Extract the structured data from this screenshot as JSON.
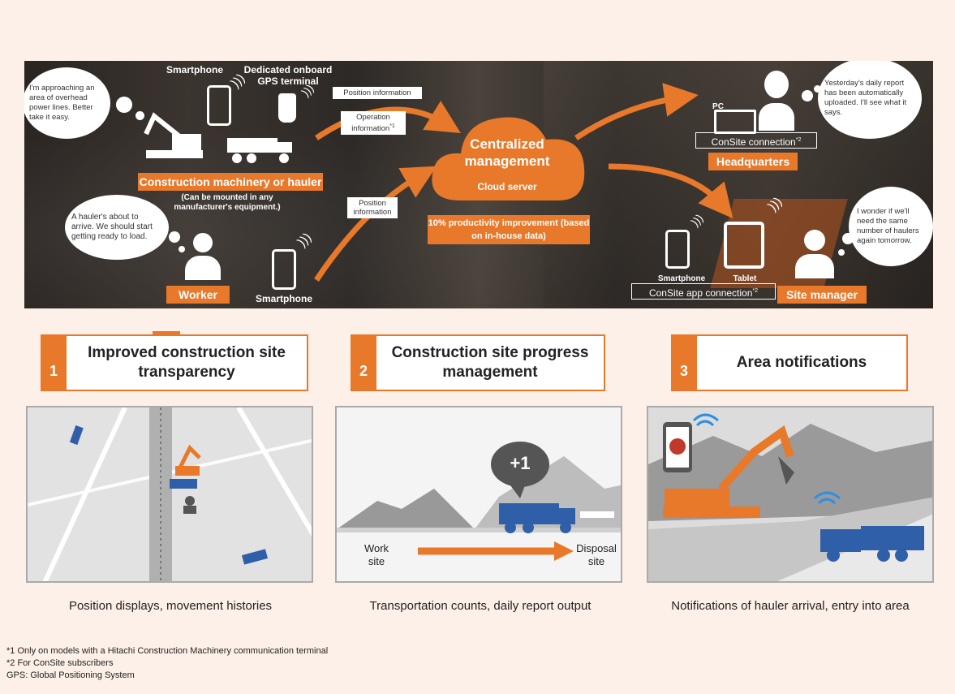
{
  "diagram": {
    "smartphone_top": "Smartphone",
    "gps_terminal": "Dedicated onboard GPS terminal",
    "bubble_operator": "I'm approaching an area of overhead power lines. Better take it easy.",
    "position_info_1": "Position information",
    "operation_info": "Operation information",
    "operation_info_note": "*1",
    "machinery_label": "Construction machinery or hauler",
    "mount_note": "(Can be mounted in any manufacturer's equipment.)",
    "bubble_worker": "A hauler's about to arrive. We should start getting ready to load.",
    "position_info_2": "Position information",
    "worker_label": "Worker",
    "smartphone_bottom": "Smartphone",
    "cloud_title": "Centralized management",
    "cloud_sub": "Cloud server",
    "productivity": "10% productivity improvement (based on in-house data)",
    "pc_label": "PC",
    "consite_connection": "ConSite connection",
    "consite_connection_note": "*2",
    "headquarters": "Headquarters",
    "bubble_hq": "Yesterday's daily report has been automatically uploaded. I'll see what it says.",
    "smartphone_site": "Smartphone",
    "tablet": "Tablet",
    "consite_app": "ConSite app connection",
    "consite_app_note": "*2",
    "site_manager": "Site manager",
    "bubble_manager": "I wonder if we'll need the same number of haulers again tomorrow."
  },
  "features": [
    {
      "num": "1",
      "title": "Improved construction site transparency",
      "caption": "Position displays, movement histories"
    },
    {
      "num": "2",
      "title": "Construction site progress management",
      "caption": "Transportation counts, daily report output",
      "badge": "+1",
      "work_site": "Work site",
      "disposal_site": "Disposal site"
    },
    {
      "num": "3",
      "title": "Area notifications",
      "caption": "Notifications of hauler arrival, entry into area"
    }
  ],
  "footnotes": [
    "*1 Only on models with a Hitachi Construction Machinery communication terminal",
    "*2 For ConSite subscribers",
    "GPS: Global Positioning System"
  ],
  "colors": {
    "accent": "#e8782a",
    "truck_blue": "#2f5fa8",
    "page_bg": "#fdf0e8"
  }
}
